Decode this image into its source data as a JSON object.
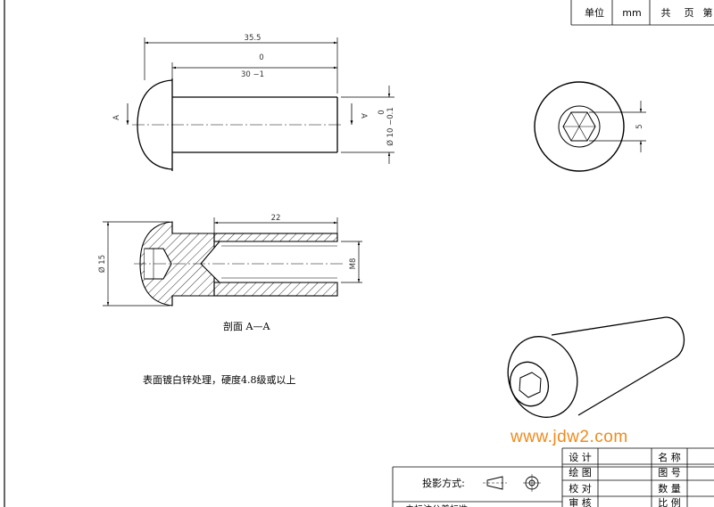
{
  "title_block_top": {
    "unit_label": "单位",
    "unit_value": "mm",
    "total_label": "共",
    "page_label": "页",
    "sheet_label": "第"
  },
  "dimensions": {
    "overall_length": "35.5",
    "shank_upper": "0",
    "shank_length": "30 −1",
    "diameter_upper": "0",
    "diameter": "Ø 10 −0.1",
    "hex_size": "5",
    "thread_length": "22",
    "head_diameter": "Ø 15",
    "thread": "M8",
    "section_mark_left": "A",
    "section_mark_right": "A"
  },
  "section_label": "剖面 A—A",
  "note": "表面镀白锌处理，硬度4.8级或以上",
  "watermark": "www.jdw2.com",
  "title_block_bottom": {
    "projection_label": "投影方式:",
    "design": "设 计",
    "drawn": "绘 图",
    "checked": "校 对",
    "reviewed": "审 核",
    "name_label": "名 称",
    "drawing_no_label": "图 号",
    "quantity_label": "数 量",
    "scale_label": "比 例",
    "standard_note": "未标注公差标准"
  },
  "colors": {
    "line": "#000000",
    "dim": "#444444",
    "watermark": "#f08a1c"
  }
}
